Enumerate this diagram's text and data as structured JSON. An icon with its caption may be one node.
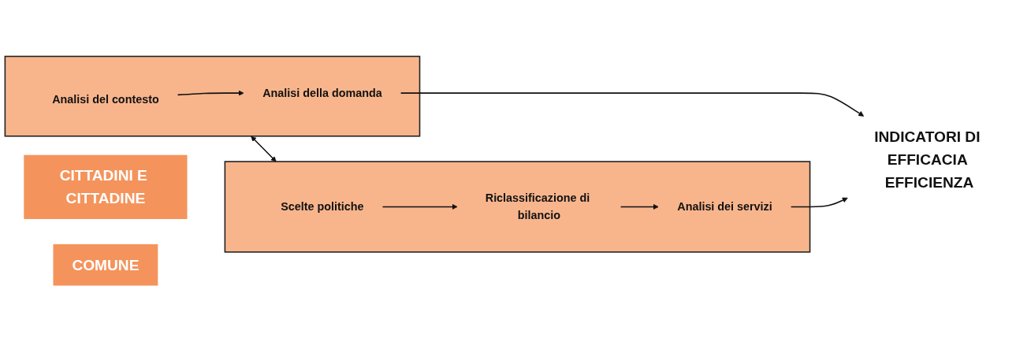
{
  "diagram": {
    "nodes": [
      {
        "text": [
          "CITTADINI E CITTADINE"
        ]
      },
      {
        "text": [],
        "shape": "box"
      },
      {
        "text": [
          "Analisi del contesto"
        ],
        "in": 1
      },
      {
        "text": [
          "Analisi della domanda"
        ],
        "in": 1
      },
      {
        "text": [],
        "shape": "box"
      },
      {
        "text": [
          "Scelte politiche"
        ],
        "in": 4
      },
      {
        "text": [
          "Riclassificazione di bilancio"
        ],
        "in": 4
      },
      {
        "text": [
          "Analisi dei servizi"
        ],
        "in": 4
      },
      {
        "text": [
          "COMUNE"
        ]
      },
      {
        "text": [
          "INDICATORI DI EFFICACIA EFFICIENZA"
        ]
      }
    ],
    "edges": [
      {
        "from": 2,
        "to": 3,
        "arrow": "to"
      },
      {
        "from": 3,
        "to": 9,
        "arrow": "to"
      },
      {
        "from": 1,
        "to": 4,
        "arrow": "both"
      },
      {
        "from": 5,
        "to": 6,
        "arrow": "to"
      },
      {
        "from": 6,
        "to": 7,
        "arrow": "to"
      },
      {
        "from": 7,
        "to": 9,
        "arrow": "to"
      }
    ]
  }
}
